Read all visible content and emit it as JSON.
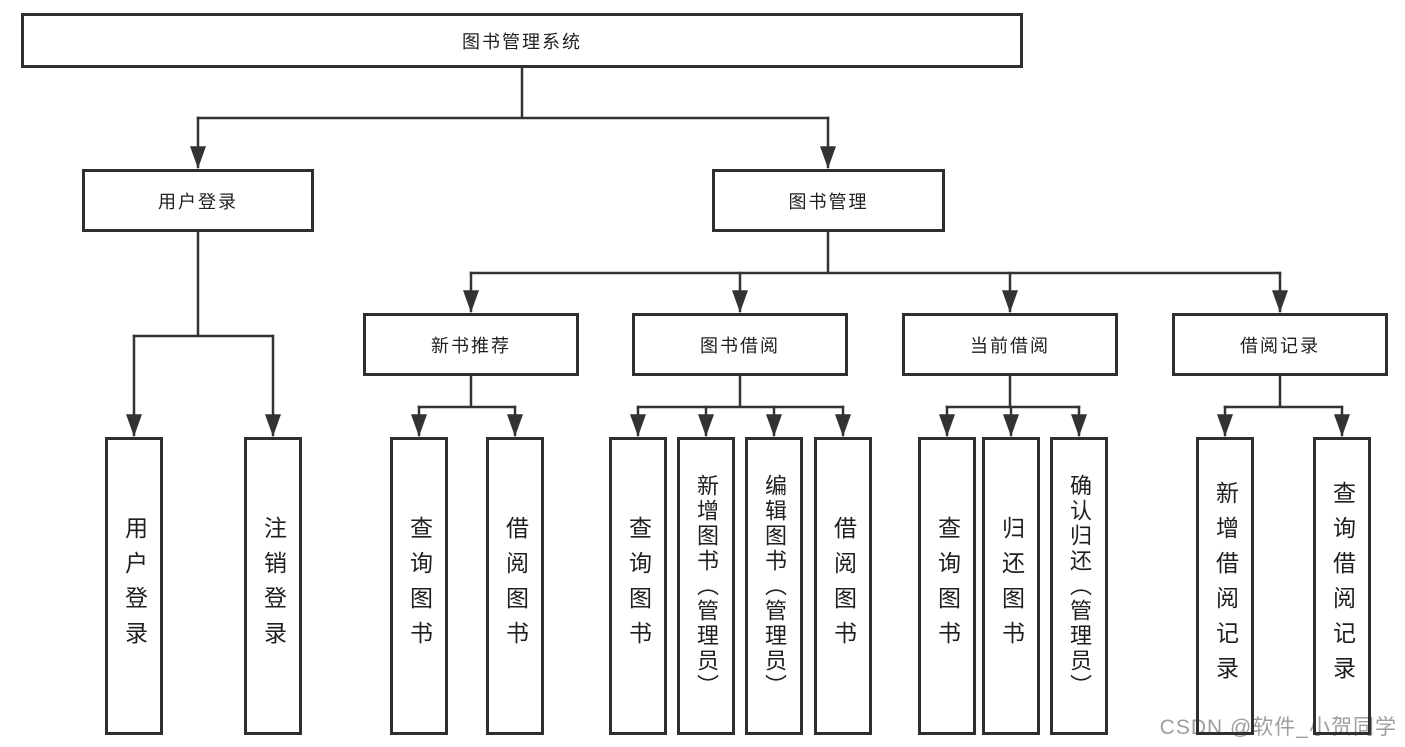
{
  "title": "图书管理系统",
  "colors": {
    "line": "#333333",
    "box_border": "#2f2f2f",
    "text": "#1f1f1f",
    "background": "#ffffff",
    "watermark": "#9e9e9e"
  },
  "watermark": "CSDN @软件_小贺同学",
  "nodes": {
    "system": "图书管理系统",
    "user_login": "用户登录",
    "book_mgmt": "图书管理",
    "new_book_rec": "新书推荐",
    "book_borrow": "图书借阅",
    "current_borrow": "当前借阅",
    "borrow_record": "借阅记录",
    "leaf_user_login": "用户登录",
    "leaf_logout": "注销登录",
    "rec_query_book": "查询图书",
    "rec_borrow_book": "借阅图书",
    "bb_query_book": "查询图书",
    "bb_add_book": "新增图书（管理员）",
    "bb_edit_book": "编辑图书（管理员）",
    "bb_borrow_book": "借阅图书",
    "cb_query_book": "查询图书",
    "cb_return_book": "归还图书",
    "cb_confirm_return": "确认归还（管理员）",
    "br_add_record": "新增借阅记录",
    "br_query_record": "查询借阅记录"
  },
  "hierarchy": {
    "id": "system",
    "children": [
      {
        "id": "user_login",
        "children": [
          {
            "id": "leaf_user_login"
          },
          {
            "id": "leaf_logout"
          }
        ]
      },
      {
        "id": "book_mgmt",
        "children": [
          {
            "id": "new_book_rec",
            "children": [
              {
                "id": "rec_query_book"
              },
              {
                "id": "rec_borrow_book"
              }
            ]
          },
          {
            "id": "book_borrow",
            "children": [
              {
                "id": "bb_query_book"
              },
              {
                "id": "bb_add_book"
              },
              {
                "id": "bb_edit_book"
              },
              {
                "id": "bb_borrow_book"
              }
            ]
          },
          {
            "id": "current_borrow",
            "children": [
              {
                "id": "cb_query_book"
              },
              {
                "id": "cb_return_book"
              },
              {
                "id": "cb_confirm_return"
              }
            ]
          },
          {
            "id": "borrow_record",
            "children": [
              {
                "id": "br_add_record"
              },
              {
                "id": "br_query_record"
              }
            ]
          }
        ]
      }
    ]
  }
}
